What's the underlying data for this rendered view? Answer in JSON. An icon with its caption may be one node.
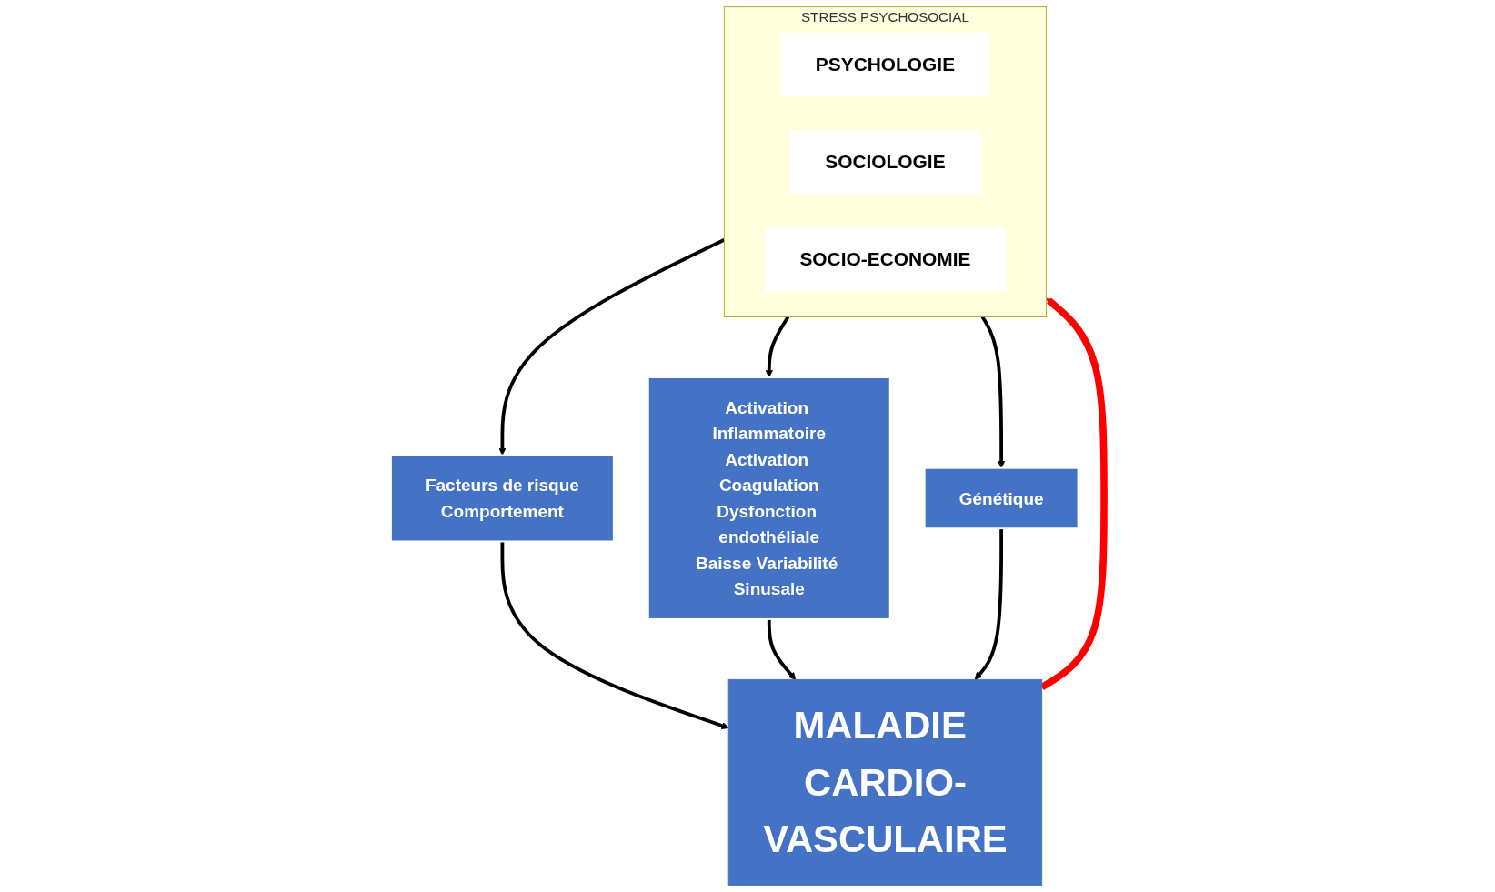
{
  "diagram": {
    "nodes": [
      {
        "text": [
          "STRESS PSYCHOSOCIAL"
        ]
      },
      {
        "text": [
          "PSYCHOLOGIE"
        ],
        "in": 0
      },
      {
        "text": [
          "SOCIOLOGIE"
        ],
        "in": 0
      },
      {
        "text": [
          "SOCIO-ECONOMIE"
        ],
        "in": 0
      },
      {
        "text": [
          "Facteurs de risque",
          "Comportement"
        ]
      },
      {
        "text": [
          "Activation Inflammatoire",
          "Activation Coagulation",
          "Dysfonction endothéliale",
          "Baisse Variabilité Sinusale"
        ]
      },
      {
        "text": [
          "Génétique"
        ]
      },
      {
        "text": [
          "MALADIE CARDIO-VASCULAIRE"
        ]
      }
    ],
    "edges": [
      {
        "from": 0,
        "to": 4,
        "arrow": "to"
      },
      {
        "from": 0,
        "to": 5,
        "arrow": "to"
      },
      {
        "from": 0,
        "to": 6,
        "arrow": "to"
      },
      {
        "from": 4,
        "to": 7,
        "arrow": "to"
      },
      {
        "from": 5,
        "to": 7,
        "arrow": "to"
      },
      {
        "from": 6,
        "to": 7,
        "arrow": "to"
      },
      {
        "from": 7,
        "to": 0,
        "arrow": "to",
        "style": "thick",
        "color": "#ff0000"
      }
    ]
  }
}
